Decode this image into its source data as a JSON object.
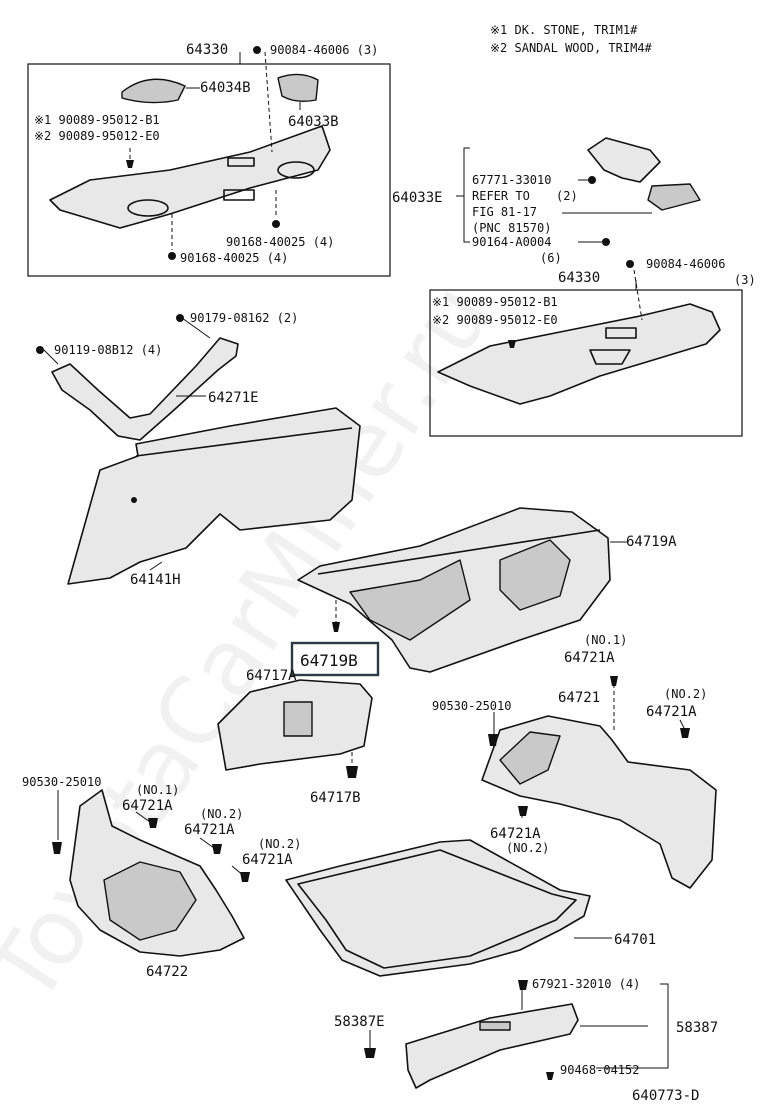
{
  "notes": {
    "note1": "※1 DK. STONE, TRIM1#",
    "note2": "※2 SANDAL WOOD, TRIM4#"
  },
  "watermark": "ToyotaCarMiner.ru",
  "diagram_id": "640773-D",
  "highlighted_part": "64719B",
  "labels": {
    "p64330_a": "64330",
    "p90084_46006_a": "90084-46006 (3)",
    "p64034B": "64034B",
    "p64033B": "64033B",
    "p90089_b1_a": "※1 90089-95012-B1",
    "p90089_e0_a": "※2 90089-95012-E0",
    "p90168_40025_a": "90168-40025 (4)",
    "p90168_40025_b": "90168-40025 (4)",
    "p64033E": "64033E",
    "p67771": "67771-33010",
    "refer_to": "REFER TO",
    "refer_qty": "(2)",
    "fig": "FIG 81-17",
    "pnc": "(PNC 81570)",
    "p90164": "90164-A0004",
    "p90164_qty": "(6)",
    "p64330_b": "64330",
    "p90084_46006_b": "90084-46006",
    "p90084_qty": "(3)",
    "p90089_b1_b": "※1 90089-95012-B1",
    "p90089_e0_b": "※2 90089-95012-E0",
    "p90179": "90179-08162 (2)",
    "p90119": "90119-08B12 (4)",
    "p64271E": "64271E",
    "p64141H": "64141H",
    "p64719A": "64719A",
    "p64719B": "64719B",
    "p64717A": "64717A",
    "p64717B": "64717B",
    "no1_a": "(NO.1)",
    "p64721A_a": "64721A",
    "p64721": "64721",
    "no2_a": "(NO.2)",
    "p64721A_b": "64721A",
    "p90530_a": "90530-25010",
    "p64721A_c": "64721A",
    "no2_b": "(NO.2)",
    "p90530_b": "90530-25010",
    "no1_b": "(NO.1)",
    "p64721A_d": "64721A",
    "no2_c": "(NO.2)",
    "p64721A_e": "64721A",
    "no2_d": "(NO.2)",
    "p64721A_f": "64721A",
    "p64722": "64722",
    "p64701": "64701",
    "p67921": "67921-32010 (4)",
    "p58387E": "58387E",
    "p58387": "58387",
    "p90468": "90468-04152"
  }
}
